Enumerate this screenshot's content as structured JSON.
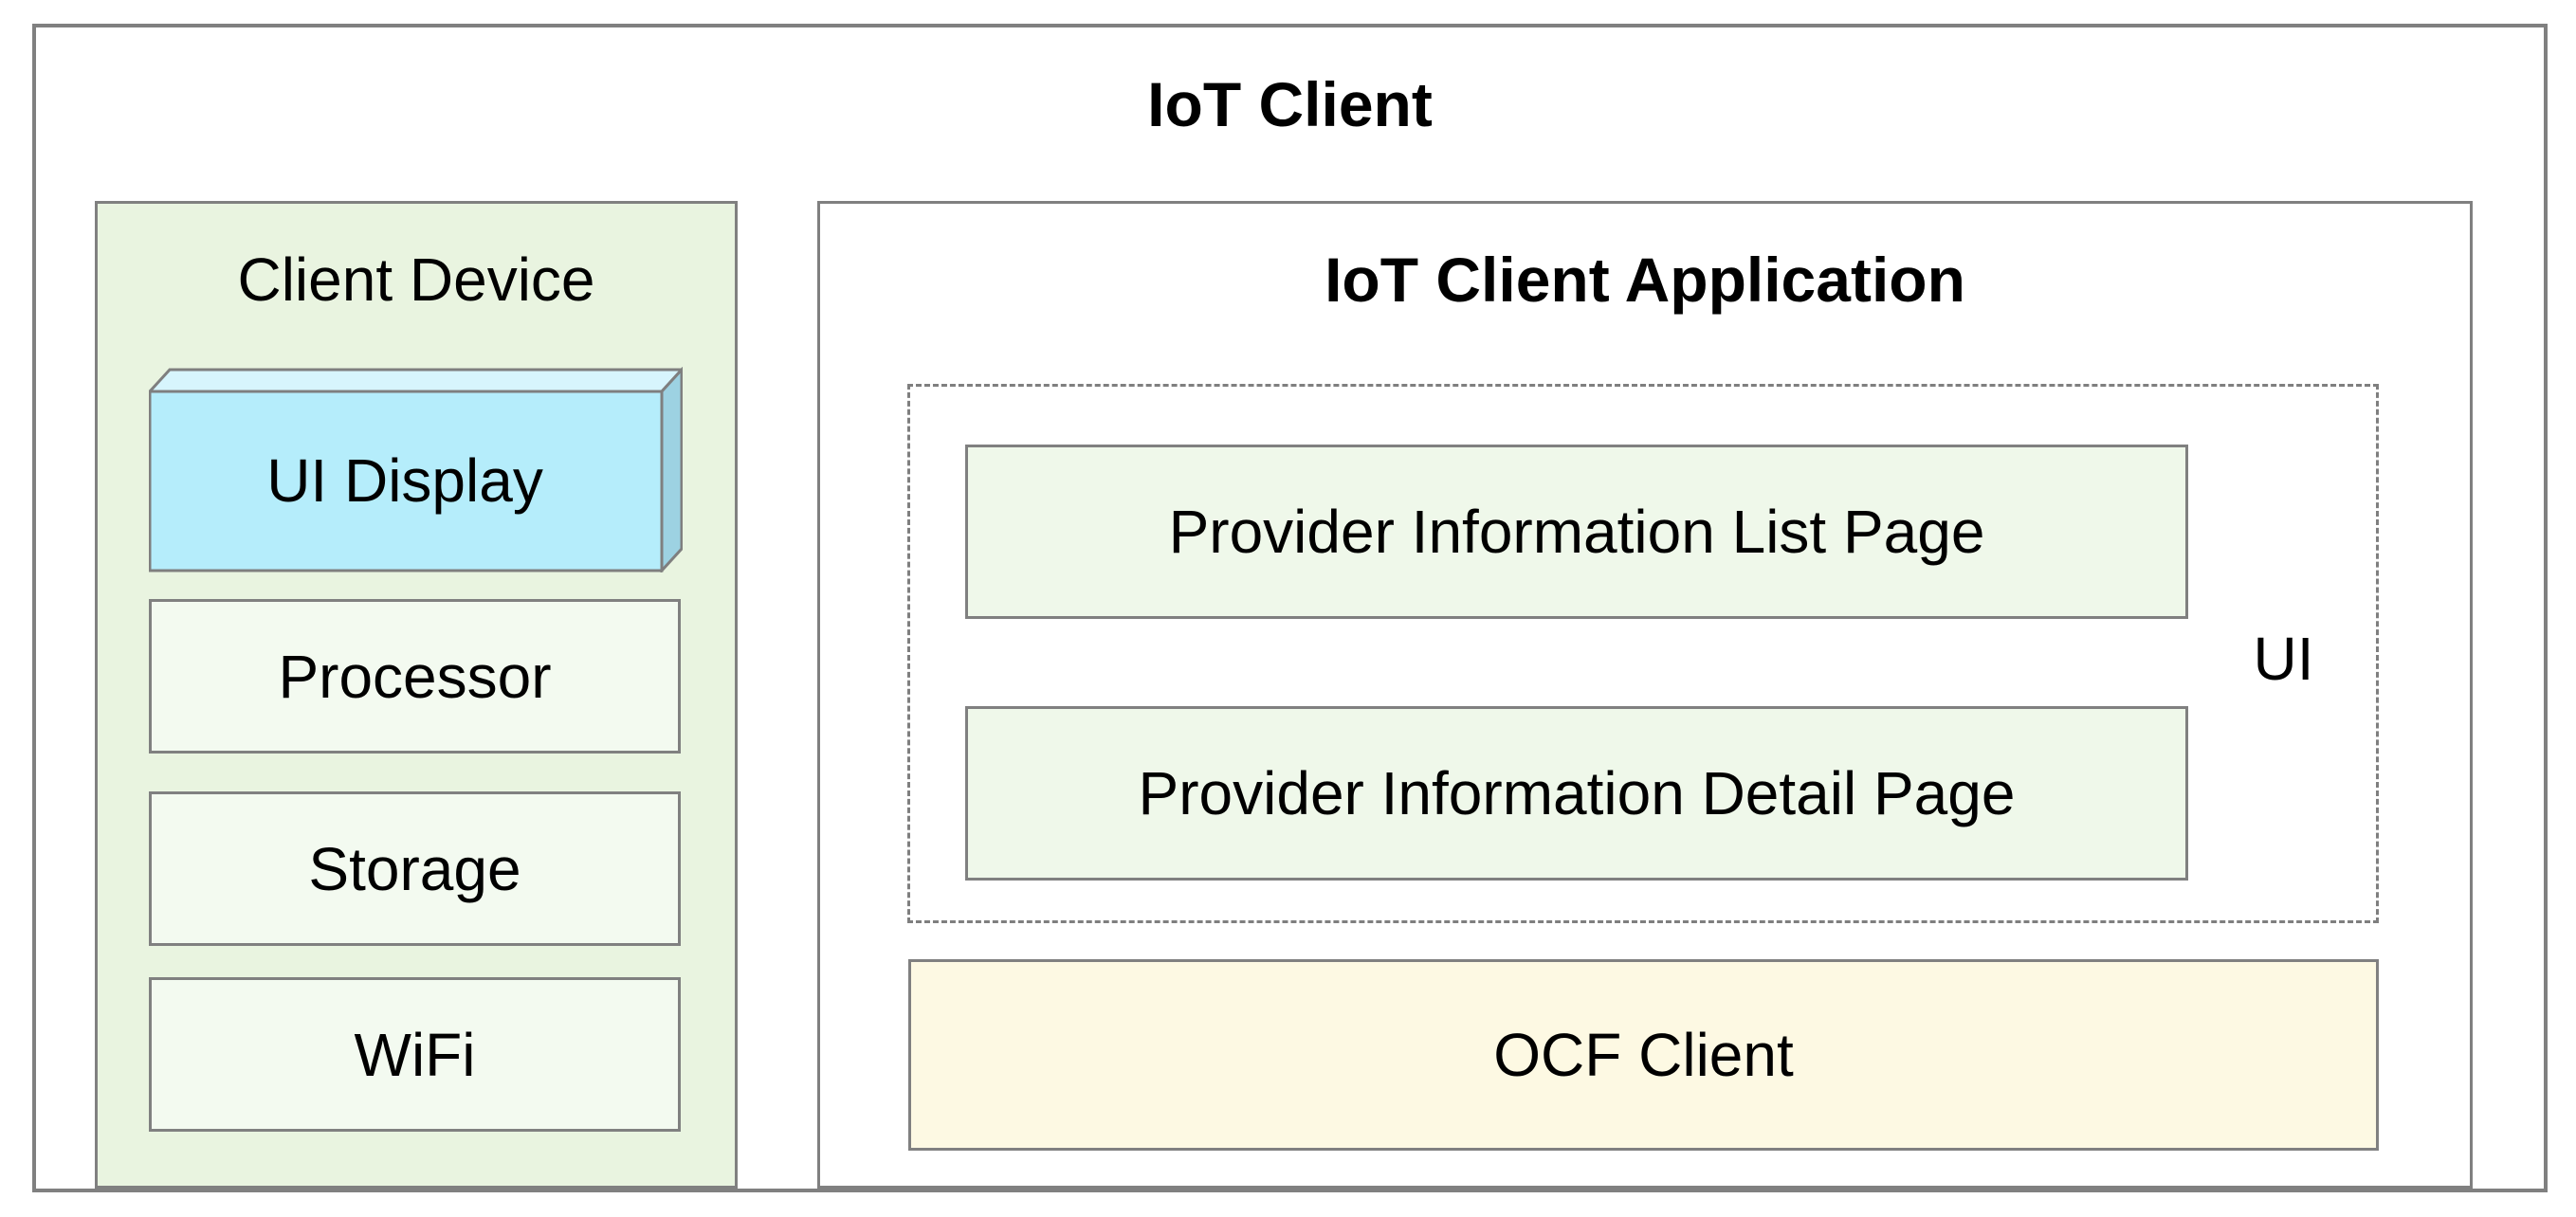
{
  "title": "IoT Client",
  "client_device": {
    "title": "Client Device",
    "components": [
      "UI Display",
      "Processor",
      "Storage",
      "WiFi"
    ]
  },
  "application": {
    "title": "IoT Client Application",
    "ui_group": {
      "label": "UI",
      "pages": [
        "Provider Information List Page",
        "Provider Information Detail Page"
      ]
    },
    "ocf_client": "OCF Client"
  },
  "colors": {
    "border_gray": "#808080",
    "client_device_fill": "#e9f4e0",
    "component_fill": "#f3faf0",
    "page_fill": "#eff8ea",
    "ocf_fill": "#fdf9e3",
    "display_front": "#b5edfb",
    "display_top": "#d7f5fd",
    "display_side": "#9dd2e2",
    "text": "#000000"
  }
}
